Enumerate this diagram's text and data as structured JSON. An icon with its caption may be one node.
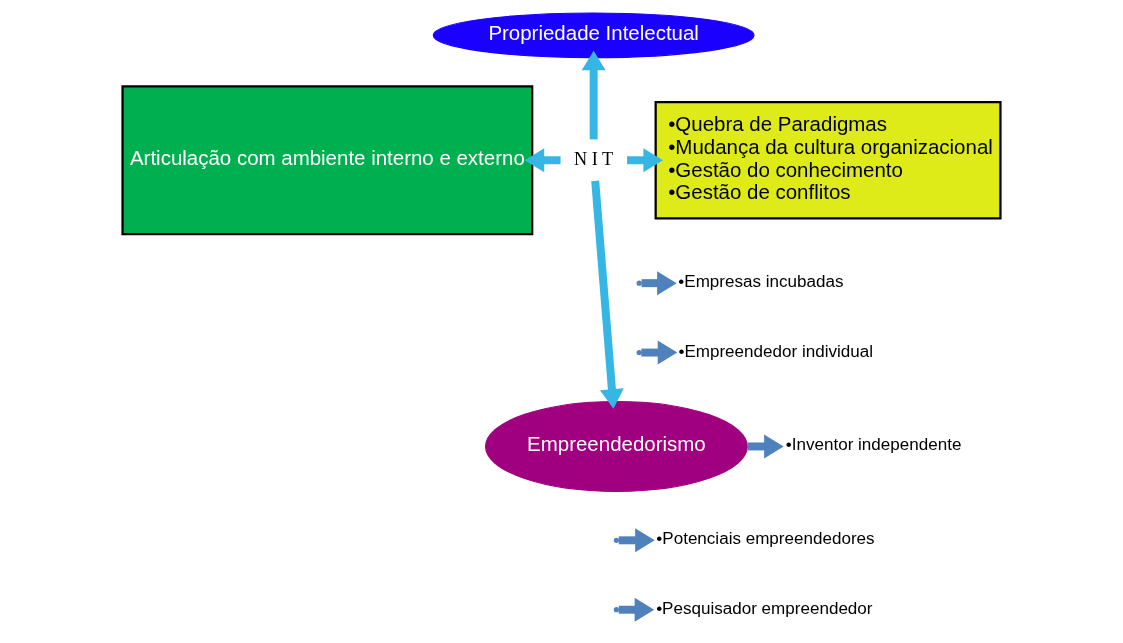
{
  "diagram": {
    "nodes": [
      {
        "text": [
          "Propriedade Intelectual"
        ]
      },
      {
        "text": [
          "Articulação com ambiente interno e externo"
        ]
      },
      {
        "text": [
          "N I T"
        ]
      },
      {
        "text": [
          "•Quebra de Paradigmas",
          "•Mudança da cultura organizacional",
          "•Gestão do conhecimento",
          "•Gestão de conflitos"
        ]
      },
      {
        "text": [
          "Empreendedorismo"
        ]
      },
      {
        "text": [
          "•Empresas incubadas"
        ]
      },
      {
        "text": [
          "•Empreendedor individual"
        ]
      },
      {
        "text": [
          "•Inventor independente"
        ]
      },
      {
        "text": [
          "•Potenciais empreendedores"
        ]
      },
      {
        "text": [
          "•Pesquisador empreendedor"
        ]
      }
    ],
    "edges": [
      {
        "from": 2,
        "to": 0,
        "arrow": "to",
        "color": "#35b6e4"
      },
      {
        "from": 2,
        "to": 1,
        "arrow": "to",
        "color": "#35b6e4"
      },
      {
        "from": 2,
        "to": 3,
        "arrow": "to",
        "color": "#35b6e4"
      },
      {
        "from": 2,
        "to": 4,
        "arrow": "to",
        "color": "#35b6e4"
      },
      {
        "from": null,
        "to": 5,
        "arrow": "to"
      },
      {
        "from": null,
        "to": 6,
        "arrow": "to"
      },
      {
        "from": 4,
        "to": 7,
        "arrow": "to"
      },
      {
        "from": null,
        "to": 8,
        "arrow": "to"
      },
      {
        "from": null,
        "to": 9,
        "arrow": "to"
      }
    ]
  }
}
